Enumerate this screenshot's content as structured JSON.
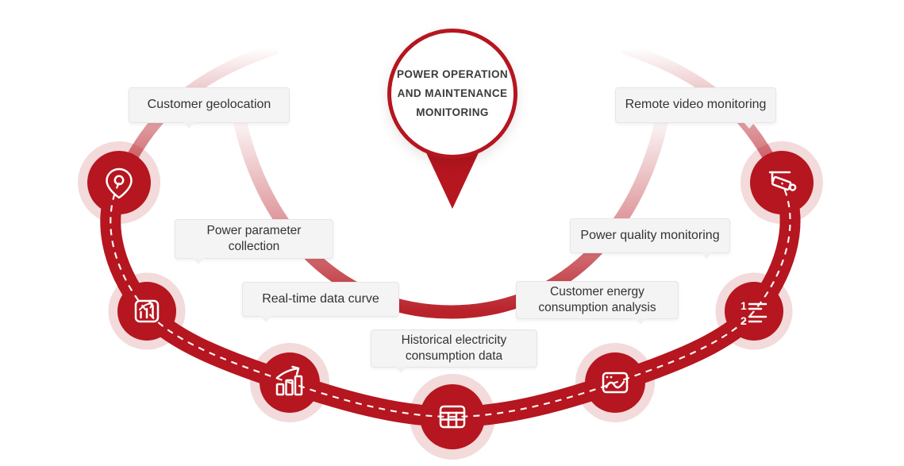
{
  "diagram": {
    "center_badge": {
      "lines": [
        "POWER OPERATION",
        "AND MAINTENANCE",
        "MONITORING"
      ]
    },
    "nodes": [
      {
        "id": "customer-geolocation",
        "label": "Customer geolocation",
        "icon": "location-pin-icon"
      },
      {
        "id": "power-parameter-collection",
        "label": "Power parameter collection",
        "icon": "chart-board-icon"
      },
      {
        "id": "real-time-data-curve",
        "label": "Real-time data curve",
        "icon": "bar-chart-growth-icon"
      },
      {
        "id": "historical-electricity-consumption-data",
        "label": "Historical electricity consumption data",
        "icon": "data-table-icon"
      },
      {
        "id": "customer-energy-consumption-analysis",
        "label": "Customer energy consumption analysis",
        "icon": "wave-chart-icon"
      },
      {
        "id": "power-quality-monitoring",
        "label": "Power quality monitoring",
        "icon": "numbered-list-icon"
      },
      {
        "id": "remote-video-monitoring",
        "label": "Remote video monitoring",
        "icon": "video-camera-icon"
      }
    ],
    "numbered_list_glyphs": {
      "first": "1",
      "second": "2"
    },
    "colors": {
      "primary_red": "#b5161f",
      "halo_pink": "rgba(181,22,31,0.16)",
      "label_bg": "#f4f4f4",
      "label_text": "#333333",
      "center_text": "#3a3a3a"
    }
  }
}
